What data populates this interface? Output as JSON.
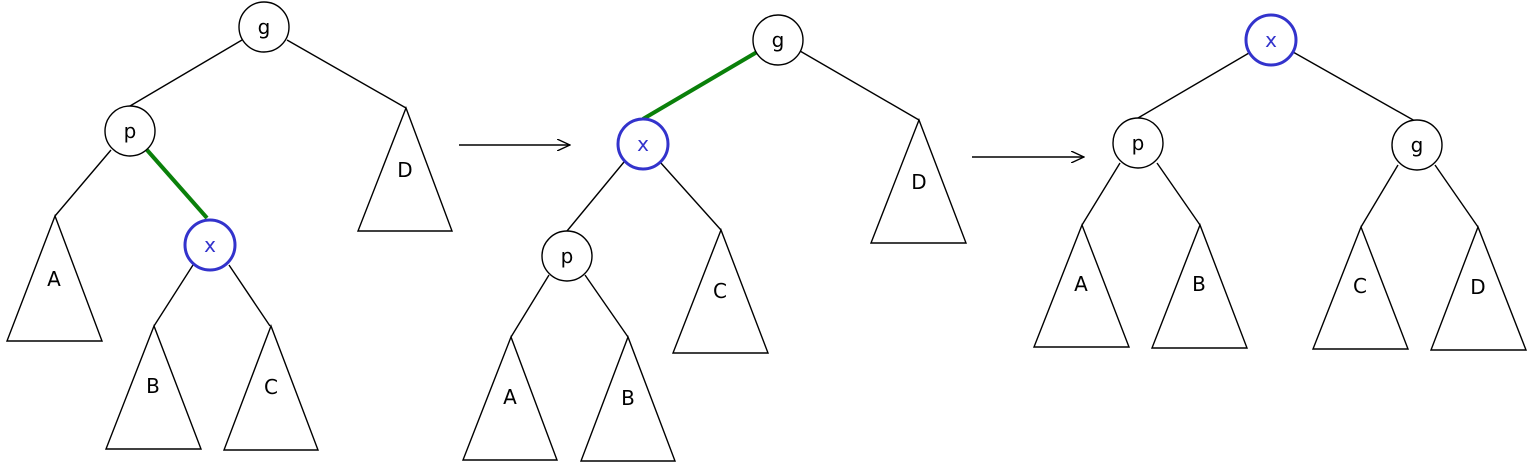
{
  "diagram": {
    "tree1": {
      "g": "g",
      "p": "p",
      "x": "x",
      "A": "A",
      "B": "B",
      "C": "C",
      "D": "D"
    },
    "tree2": {
      "g": "g",
      "x": "x",
      "p": "p",
      "A": "A",
      "B": "B",
      "C": "C",
      "D": "D"
    },
    "tree3": {
      "x": "x",
      "p": "p",
      "g": "g",
      "A": "A",
      "B": "B",
      "C": "C",
      "D": "D"
    },
    "colors": {
      "highlight_edge": "#0a800a",
      "highlight_node": "#3333cc"
    }
  }
}
